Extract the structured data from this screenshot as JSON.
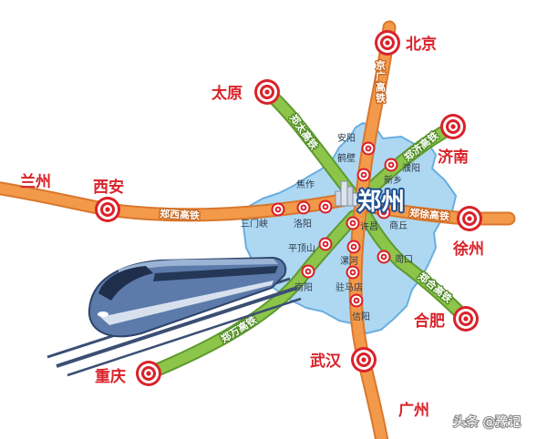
{
  "hub_city": "郑州",
  "major_cities": {
    "beijing": "北京",
    "taiyuan": "太原",
    "jinan": "济南",
    "lanzhou": "兰州",
    "xian": "西安",
    "xuzhou": "徐州",
    "hefei": "合肥",
    "wuhan": "武汉",
    "chongqing": "重庆",
    "guangzhou": "广州"
  },
  "henan_cities": {
    "anyang": "安阳",
    "hebi": "鹤壁",
    "puyang": "濮阳",
    "xinxiang": "新乡",
    "jiaozuo": "焦作",
    "sanmenxia": "三门峡",
    "luoyang": "洛阳",
    "xuchang": "许昌",
    "shangqiu": "商丘",
    "pingdingshan": "平顶山",
    "luohe": "漯河",
    "zhoukou": "周口",
    "nanyang": "南阳",
    "zhumadian": "驻马店",
    "xinyang": "信阳"
  },
  "rail_lines": {
    "jingguang": "京广高铁",
    "zhengxi": "郑西高铁",
    "zhengxu": "郑徐高铁",
    "zhengtai": "郑太高铁",
    "zhengji": "郑济高铁",
    "zhenghe": "郑合高铁",
    "zhengwan": "郑万高铁"
  },
  "watermark": "头条 @豫记",
  "colors": {
    "line_primary": "#f39a4a",
    "line_secondary": "#8dc54a",
    "province": "#aed8f2",
    "target": "#d9222a",
    "city_label": "#d9222a"
  },
  "icons": {
    "city_marker": "target-icon",
    "hub_marker": "building-icon",
    "illustration": "high-speed-train-icon"
  }
}
